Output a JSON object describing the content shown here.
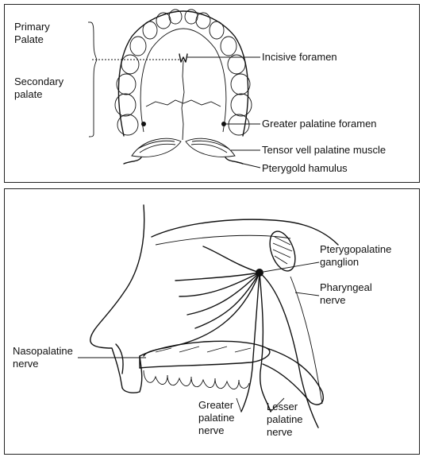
{
  "top_panel": {
    "labels": {
      "primary_palate": "Primary\nPalate",
      "secondary_palate": "Secondary\npalate",
      "incisive_foramen": "Incisive foramen",
      "greater_palatine_foramen": "Greater palatine foramen",
      "tensor_veli_palatini": "Tensor vell palatine muscle",
      "pterygoid_hamulus": "Pterygold hamulus"
    }
  },
  "bottom_panel": {
    "labels": {
      "pterygopalatine_ganglion": "Pterygopalatine\nganglion",
      "pharyngeal_nerve": "Pharyngeal\nnerve",
      "nasopalatine_nerve": "Nasopalatine\nnerve",
      "greater_palatine_nerve": "Greater\npalatine\nnerve",
      "lesser_palatine_nerve": "Lesser\npalatine\nnerve"
    }
  }
}
